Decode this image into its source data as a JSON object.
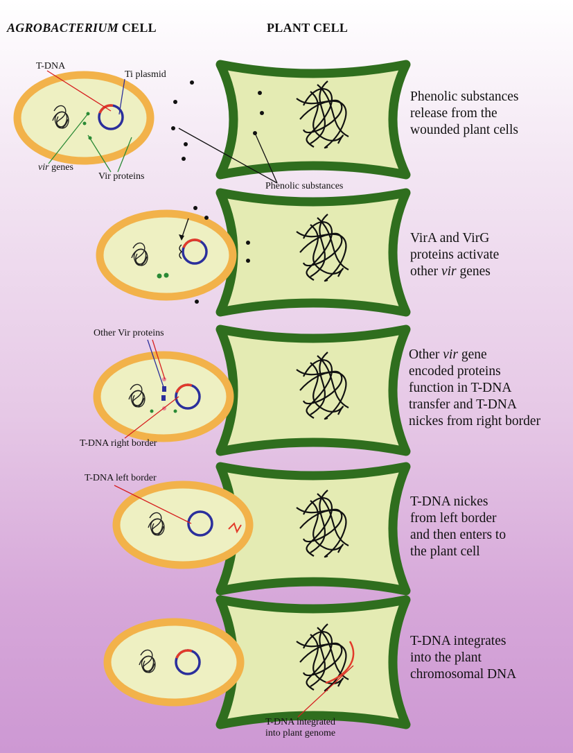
{
  "headers": {
    "agrobacterium_italic": "AGROBACTERIUM",
    "agrobacterium_rest": " CELL",
    "plant": "PLANT CELL"
  },
  "steps": [
    {
      "description": "Phenolic substances\nrelease from the\nwounded plant cells"
    },
    {
      "description_html": "VirA and VirG<br>proteins activate<br>other <i>vir</i> genes"
    },
    {
      "description_html": "Other <i>vir</i> gene<br>encoded proteins<br>function in T-DNA<br>transfer and T-DNA<br>nickes from right border"
    },
    {
      "description": "T-DNA nickes\nfrom left border\nand then enters to\nthe plant cell"
    },
    {
      "description": "T-DNA integrates\ninto the plant\nchromosomal DNA"
    }
  ],
  "labels": {
    "t_dna": "T-DNA",
    "ti_plasmid": "Ti plasmid",
    "vir_genes_italic": "vir",
    "vir_genes_rest": " genes",
    "vir_proteins": "Vir proteins",
    "phenolic_substances": "Phenolic substances",
    "other_vir_proteins": "Other Vir proteins",
    "t_dna_right_border": "T-DNA right border",
    "t_dna_left_border": "T-DNA left border",
    "t_dna_integrated_1": "T-DNA integrated",
    "t_dna_integrated_2": "into plant genome"
  },
  "colors": {
    "cell_wall": "#2f6e1e",
    "cytoplasm": "#e4ebb3",
    "bacterium_rim": "#f2b24a",
    "bacterium_fill": "#eef0c2",
    "plasmid": "#2b2f9c",
    "t_dna": "#e23a2a",
    "vir_protein": "#2a8a35"
  }
}
